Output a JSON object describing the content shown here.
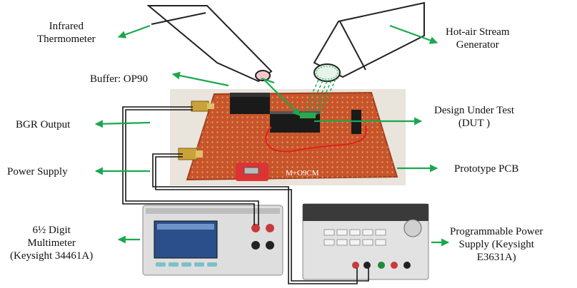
{
  "labels": {
    "infrared": [
      "Infrared",
      "Thermometer"
    ],
    "hot_air": [
      "Hot-air Stream",
      "Generator"
    ],
    "buffer": "Buffer: OP90",
    "dut": [
      "Design Under Test",
      "(DUT )"
    ],
    "bgr": "BGR Output",
    "power_supply": "Power Supply",
    "prototype_pcb": "Prototype PCB",
    "multimeter": [
      "6½ Digit",
      "Multimeter",
      "(Keysight 34461A)"
    ],
    "programmable": [
      "Programmable Power",
      "Supply (Keysight",
      "E3631A)"
    ]
  },
  "pcb_marking": "M+O9CM",
  "colors": {
    "arrow": "#1aa84e",
    "pcb": "#c8552a",
    "pcb_dark": "#a23e1c",
    "wire": "#151515",
    "instrument": "#dcdcdc",
    "screen": "#2a4f8a"
  }
}
